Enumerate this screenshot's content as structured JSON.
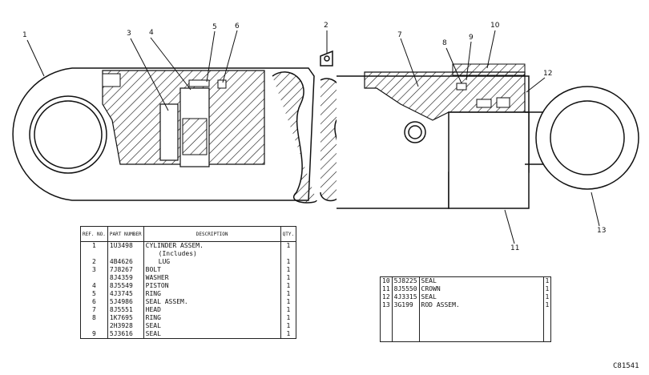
{
  "callouts": [
    {
      "label": "1"
    },
    {
      "label": "2"
    },
    {
      "label": "3"
    },
    {
      "label": "4"
    },
    {
      "label": "5"
    },
    {
      "label": "6"
    },
    {
      "label": "7"
    },
    {
      "label": "8"
    },
    {
      "label": "9"
    },
    {
      "label": "10"
    },
    {
      "label": "11"
    },
    {
      "label": "12"
    },
    {
      "label": "13"
    }
  ],
  "table_left": {
    "headers": {
      "ref": "REF. NO.",
      "part": "PART NUMBER",
      "desc": "DESCRIPTION",
      "qty": "QTY."
    },
    "rows": [
      {
        "ref": "1",
        "part": "1U3498",
        "desc": "CYLINDER ASSEM.",
        "qty": "1"
      },
      {
        "ref": "",
        "part": "",
        "desc": "(Includes)",
        "qty": ""
      },
      {
        "ref": "2",
        "part": "4B4626",
        "desc": "LUG",
        "qty": "1"
      },
      {
        "ref": "3",
        "part": "7J8267",
        "desc": "BOLT",
        "qty": "1"
      },
      {
        "ref": "",
        "part": "8J4359",
        "desc": "WASHER",
        "qty": "1"
      },
      {
        "ref": "4",
        "part": "8J5549",
        "desc": "PISTON",
        "qty": "1"
      },
      {
        "ref": "5",
        "part": "4J3745",
        "desc": "RING",
        "qty": "1"
      },
      {
        "ref": "6",
        "part": "5J4986",
        "desc": "SEAL ASSEM.",
        "qty": "1"
      },
      {
        "ref": "7",
        "part": "8J5551",
        "desc": "HEAD",
        "qty": "1"
      },
      {
        "ref": "8",
        "part": "1K7695",
        "desc": "RING",
        "qty": "1"
      },
      {
        "ref": "",
        "part": "2H3928",
        "desc": "SEAL",
        "qty": "1"
      },
      {
        "ref": "9",
        "part": "5J3616",
        "desc": "SEAL",
        "qty": "1"
      }
    ]
  },
  "table_right": {
    "rows": [
      {
        "ref": "10",
        "part": "5J8225",
        "desc": "SEAL",
        "qty": "1"
      },
      {
        "ref": "11",
        "part": "8J5550",
        "desc": "CROWN",
        "qty": "1"
      },
      {
        "ref": "12",
        "part": "4J3315",
        "desc": "SEAL",
        "qty": "1"
      },
      {
        "ref": "13",
        "part": "3G199",
        "desc": "ROD ASSEM.",
        "qty": "1"
      },
      {
        "ref": "",
        "part": "",
        "desc": "",
        "qty": ""
      },
      {
        "ref": "",
        "part": "",
        "desc": "",
        "qty": ""
      },
      {
        "ref": "",
        "part": "",
        "desc": "",
        "qty": ""
      },
      {
        "ref": "",
        "part": "",
        "desc": "",
        "qty": ""
      },
      {
        "ref": "",
        "part": "",
        "desc": "",
        "qty": ""
      }
    ]
  },
  "drawing_id": "C81541"
}
